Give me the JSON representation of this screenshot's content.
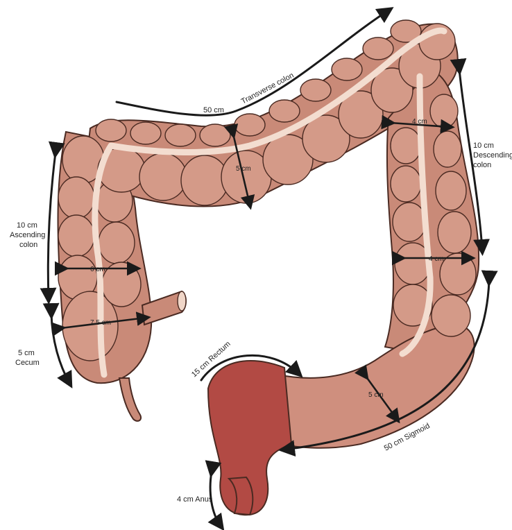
{
  "labels": {
    "transverse": "Transverse colon",
    "transverse_len": "50 cm",
    "descending_len": "10 cm",
    "descending_name_1": "Descending",
    "descending_name_2": "colon",
    "ascending_len": "10 cm",
    "ascending_name_1": "Ascending",
    "ascending_name_2": "colon",
    "cecum_len": "5 cm",
    "cecum_name": "Cecum",
    "rectum": "15 cm Rectum",
    "sigmoid": "50 cm Sigmoid",
    "anus": "4 cm Anus",
    "diam_transverse": "5 cm",
    "diam_descending_top": "4 cm",
    "diam_descending_mid": "4 cm",
    "diam_ascending": "6 cm",
    "diam_cecum": "7.5 cm",
    "diam_sigmoid": "5 cm"
  },
  "colors": {
    "colon": "#c98a78",
    "haustra": "#d49a88",
    "rectum": "#b24a44",
    "outline": "#4a2a22",
    "taenia": "#f3ddd0"
  }
}
